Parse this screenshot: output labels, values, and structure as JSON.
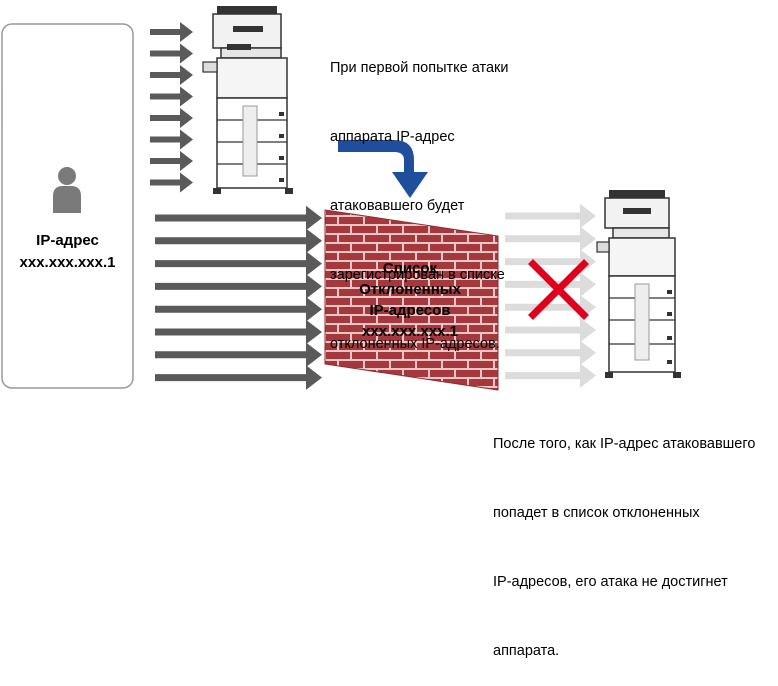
{
  "attacker": {
    "label_line1": "IP-адрес",
    "label_line2": "xxx.xxx.xxx.1"
  },
  "firewall": {
    "line1": "Список",
    "line2": "Отклоненных",
    "line3": "IP-адресов",
    "line4": "xxx.xxx.xxx.1"
  },
  "note_top": [
    "При первой попытке атаки",
    "аппарата IP-адрес",
    "атаковавшего будет",
    "зарегистрирован в списке",
    "отклоненных IP-адресов."
  ],
  "note_bottom": [
    "После того, как IP-адрес атаковавшего",
    "попадет в список отклоненных",
    "IP-адресов, его атака не достигнет",
    "аппарата."
  ],
  "icons": {
    "person": "person-icon",
    "printer": "printer-icon",
    "blocked": "blocked-x-icon",
    "redirect": "redirect-arrow-icon"
  },
  "colors": {
    "arrow_dark": "#5a5a5a",
    "arrow_faded": "#dcdcdc",
    "brick": "#a4383d",
    "brick_mortar": "#e8c7c6",
    "redirect_blue": "#1f4e9c",
    "block_red": "#e0001b",
    "person_gray": "#7a7a7a"
  }
}
